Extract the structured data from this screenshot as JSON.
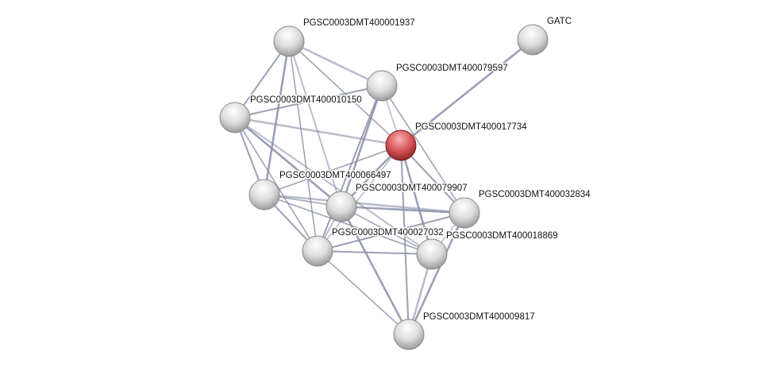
{
  "colors": {
    "query_node": "#d9575a",
    "node": "#d8d8d8",
    "edge": "#8a8fa8"
  },
  "nodes": [
    {
      "id": "n1937",
      "label": "PGSC0003DMT400001937"
    },
    {
      "id": "gatc",
      "label": "GATC"
    },
    {
      "id": "n79597",
      "label": "PGSC0003DMT400079597"
    },
    {
      "id": "n10150",
      "label": "PGSC0003DMT400010150"
    },
    {
      "id": "n17734",
      "label": "PGSC0003DMT400017734",
      "query": true
    },
    {
      "id": "n66497",
      "label": "PGSC0003DMT400066497"
    },
    {
      "id": "n79907",
      "label": "PGSC0003DMT400079907"
    },
    {
      "id": "n32834",
      "label": "PGSC0003DMT400032834"
    },
    {
      "id": "n27032",
      "label": "PGSC0003DMT400027032"
    },
    {
      "id": "n18869",
      "label": "PGSC0003DMT400018869"
    },
    {
      "id": "n9817",
      "label": "PGSC0003DMT400009817"
    }
  ],
  "edges": [
    [
      "n1937",
      "n79597"
    ],
    [
      "n1937",
      "n10150"
    ],
    [
      "n1937",
      "n17734"
    ],
    [
      "n1937",
      "n66497"
    ],
    [
      "n1937",
      "n79907"
    ],
    [
      "n1937",
      "n27032"
    ],
    [
      "gatc",
      "n17734"
    ],
    [
      "n79597",
      "n10150"
    ],
    [
      "n79597",
      "n17734"
    ],
    [
      "n79597",
      "n79907"
    ],
    [
      "n79597",
      "n27032"
    ],
    [
      "n79597",
      "n32834"
    ],
    [
      "n10150",
      "n17734"
    ],
    [
      "n10150",
      "n66497"
    ],
    [
      "n10150",
      "n27032"
    ],
    [
      "n10150",
      "n79907"
    ],
    [
      "n10150",
      "n18869"
    ],
    [
      "n17734",
      "n66497"
    ],
    [
      "n17734",
      "n79907"
    ],
    [
      "n17734",
      "n32834"
    ],
    [
      "n17734",
      "n27032"
    ],
    [
      "n17734",
      "n18869"
    ],
    [
      "n17734",
      "n9817"
    ],
    [
      "n66497",
      "n79907"
    ],
    [
      "n66497",
      "n32834"
    ],
    [
      "n66497",
      "n27032"
    ],
    [
      "n66497",
      "n18869"
    ],
    [
      "n79907",
      "n32834"
    ],
    [
      "n79907",
      "n27032"
    ],
    [
      "n79907",
      "n18869"
    ],
    [
      "n79907",
      "n9817"
    ],
    [
      "n32834",
      "n27032"
    ],
    [
      "n32834",
      "n18869"
    ],
    [
      "n32834",
      "n9817"
    ],
    [
      "n27032",
      "n18869"
    ],
    [
      "n27032",
      "n9817"
    ],
    [
      "n18869",
      "n9817"
    ]
  ]
}
